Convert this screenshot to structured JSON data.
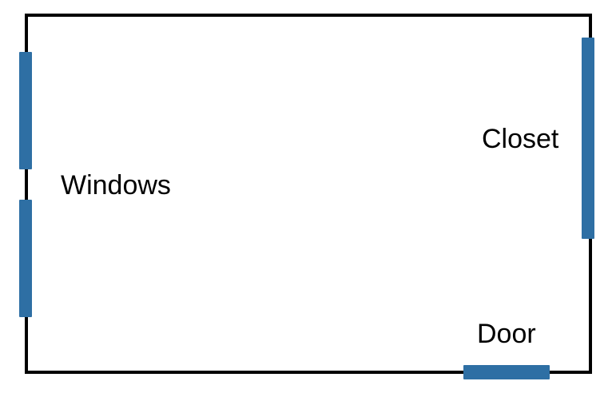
{
  "colors": {
    "wall": "#000000",
    "feature": "#2e6fa4",
    "background": "#ffffff"
  },
  "labels": {
    "windows": "Windows",
    "closet": "Closet",
    "door": "Door"
  }
}
